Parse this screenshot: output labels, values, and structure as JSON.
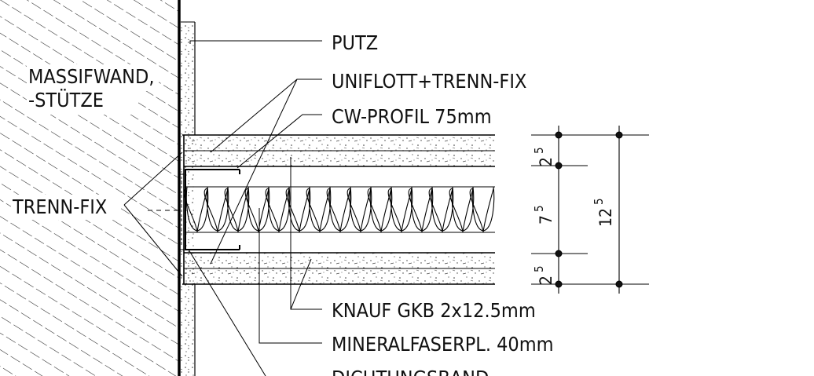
{
  "labels": {
    "massifwand_line1": "MASSIFWAND,",
    "massifwand_line2": "-STÜTZE",
    "trenn_fix": "TRENN-FIX",
    "putz": "PUTZ",
    "uniflott": "UNIFLOTT+TRENN-FIX",
    "cw_profil": "CW-PROFIL 75mm",
    "knauf": "KNAUF GKB 2x12.5mm",
    "mineralfaser": "MINERALFASERPL. 40mm",
    "dichtungsband": "DICHTUNGSBAND"
  },
  "dimensions": {
    "top_base": "2",
    "top_sup": "5",
    "mid_base": "7",
    "mid_sup": "5",
    "bot_base": "2",
    "bot_sup": "5",
    "total_base": "12",
    "total_sup": "5"
  }
}
